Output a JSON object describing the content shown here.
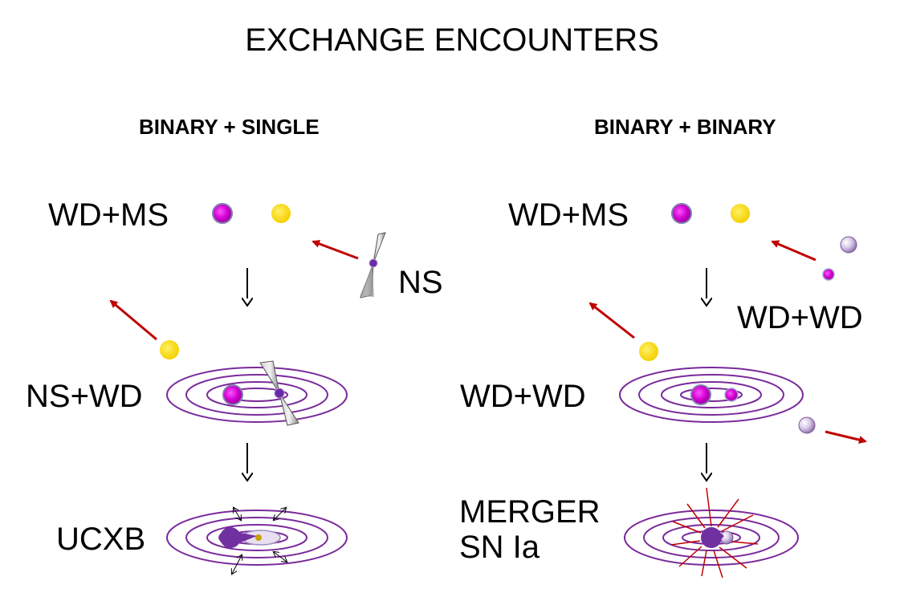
{
  "title": "EXCHANGE ENCOUNTERS",
  "left": {
    "heading": "BINARY + SINGLE",
    "labels": {
      "initial": "WD+MS",
      "intruder": "NS",
      "binary": "NS+WD",
      "result": "UCXB"
    }
  },
  "right": {
    "heading": "BINARY + BINARY",
    "labels": {
      "initial": "WD+MS",
      "intruder": "WD+WD",
      "binary": "WD+WD",
      "result_line1": "MERGER",
      "result_line2": "SN Ia"
    }
  },
  "colors": {
    "white_dwarf": "#e000e0",
    "main_sequence_star": "#ffdd00",
    "orbit": "#7a2a9a",
    "ejection_arrow": "#c00000",
    "neutron_star": "#6a2aa8",
    "pulsar_beam": "#a0a0a0"
  },
  "icons": {
    "flow_arrow": "down-arrow-icon",
    "ejection_arrow": "red-arrow-icon",
    "x_ray_arrows": "double-headed-arrow-icon",
    "explosion": "burst-lines-icon"
  }
}
